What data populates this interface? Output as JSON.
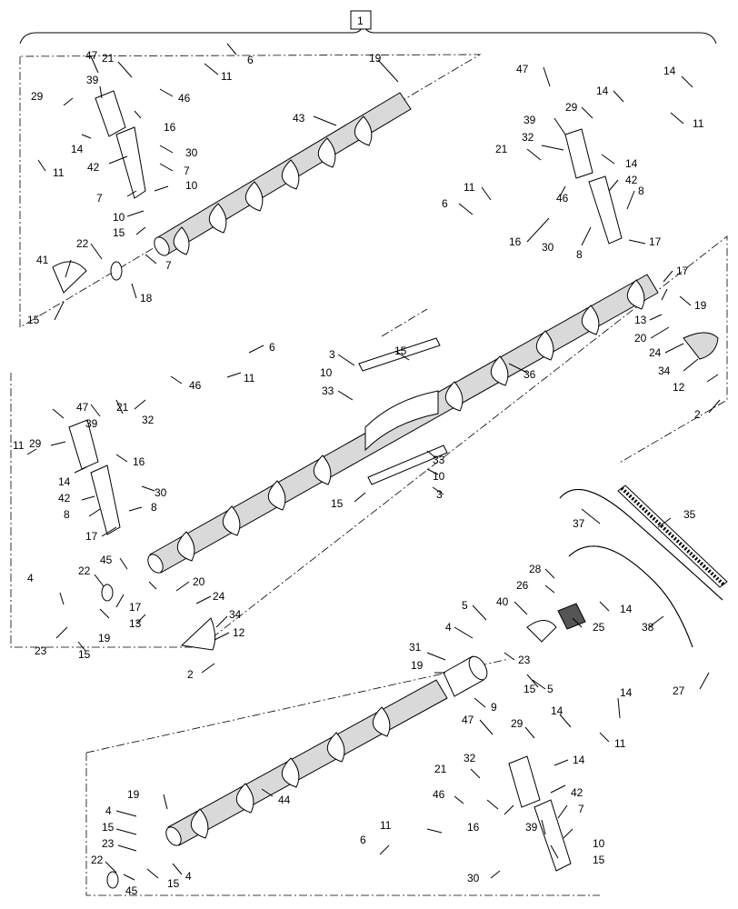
{
  "diagram": {
    "assembly_ref": "1",
    "callouts": {
      "c1_47": "47",
      "c1_21": "21",
      "c1_6": "6",
      "c1_11a": "11",
      "c1_19": "19",
      "c1_39": "39",
      "c1_29": "29",
      "c1_46": "46",
      "c1_43": "43",
      "c1_16": "16",
      "c1_14": "14",
      "c1_30": "30",
      "c1_11b": "11",
      "c1_42": "42",
      "c1_7a": "7",
      "c1_7b": "7",
      "c1_10a": "10",
      "c1_10b": "10",
      "c1_15a": "15",
      "c1_22": "22",
      "c1_41": "41",
      "c1_7c": "7",
      "c1_18": "18",
      "c1_15b": "15",
      "c2_47": "47",
      "c2_14a": "14",
      "c2_14b": "14",
      "c2_29": "29",
      "c2_11a": "11",
      "c2_39": "39",
      "c2_32": "32",
      "c2_21": "21",
      "c2_14c": "14",
      "c2_42": "42",
      "c2_11b": "11",
      "c2_46": "46",
      "c2_8a": "8",
      "c2_6": "6",
      "c2_16": "16",
      "c2_30": "30",
      "c2_8b": "8",
      "c2_17a": "17",
      "c2_17b": "17",
      "c2_19": "19",
      "c2_13": "13",
      "c2_20": "20",
      "c2_24": "24",
      "c2_34": "34",
      "c2_12": "12",
      "c2_2": "2",
      "c3_6": "6",
      "c3_11": "11",
      "c3_47": "47",
      "c3_21": "21",
      "c3_39": "39",
      "c3_32": "32",
      "c3_46": "46",
      "c3_29": "29",
      "c3_11b": "11",
      "c3_16": "16",
      "c3_14": "14",
      "c3_30": "30",
      "c3_42": "42",
      "c3_8a": "8",
      "c3_8b": "8",
      "c3_17a": "17",
      "c3_45": "45",
      "c3_22": "22",
      "c3_4": "4",
      "c3_20": "20",
      "c3_24": "24",
      "c3_17b": "17",
      "c3_13": "13",
      "c3_34": "34",
      "c3_19": "19",
      "c3_23": "23",
      "c3_15": "15",
      "c3_12": "12",
      "c3_2": "2",
      "c4_3a": "3",
      "c4_15a": "15",
      "c4_10a": "10",
      "c4_33a": "33",
      "c4_36": "36",
      "c4_33b": "33",
      "c4_10b": "10",
      "c4_15b": "15",
      "c4_3b": "3",
      "c5_37": "37",
      "c5_35": "35",
      "c5_28": "28",
      "c5_26": "26",
      "c5_38": "38",
      "c5_5a": "5",
      "c5_40": "40",
      "c5_14": "14",
      "c5_25": "25",
      "c5_4": "4",
      "c5_23": "23",
      "c5_31": "31",
      "c5_19": "19",
      "c5_15": "15",
      "c5_5b": "5",
      "c5_9": "9",
      "c5_27": "27",
      "c6_47": "47",
      "c6_29": "29",
      "c6_14a": "14",
      "c6_14b": "14",
      "c6_11": "11",
      "c6_14c": "14",
      "c6_32": "32",
      "c6_21": "21",
      "c6_46": "46",
      "c6_42": "42",
      "c6_7": "7",
      "c6_11b": "11",
      "c6_16": "16",
      "c6_39": "39",
      "c6_6": "6",
      "c6_10": "10",
      "c6_15a": "15",
      "c6_30": "30",
      "c6_19": "19",
      "c6_44": "44",
      "c6_4a": "4",
      "c6_15b": "15",
      "c6_23": "23",
      "c6_22": "22",
      "c6_45": "45",
      "c6_15c": "15",
      "c6_4b": "4"
    }
  }
}
